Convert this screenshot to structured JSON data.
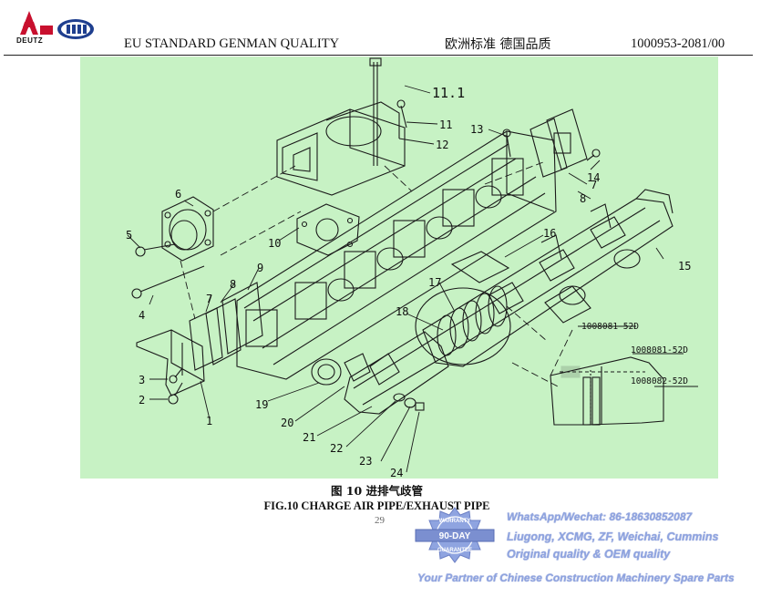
{
  "header": {
    "logo_text": "DEUTZ",
    "standard_text": "EU STANDARD    GENMAN QUALITY",
    "standard_text_cn": "欧洲标准  德国品质",
    "doc_number": "1000953-2081/00"
  },
  "figure": {
    "callouts": {
      "c1": "1",
      "c2": "2",
      "c3": "3",
      "c4": "4",
      "c5": "5",
      "c6": "6",
      "c7a": "7",
      "c7b": "7",
      "c8a": "8",
      "c8b": "8",
      "c9": "9",
      "c10": "10",
      "c11": "11",
      "c11_1": "11.1",
      "c12": "12",
      "c13": "13",
      "c14": "14",
      "c15": "15",
      "c16": "16",
      "c17": "17",
      "c18": "18",
      "c19": "19",
      "c20": "20",
      "c21": "21",
      "c22": "22",
      "c23": "23",
      "c24": "24"
    },
    "detail_refs": [
      "1008081-52D",
      "1008081-52D",
      "1008082-52D"
    ]
  },
  "caption": {
    "cn": "图 10    进排气歧管",
    "en": "FIG.10 CHARGE AIR PIPE/EXHAUST PIPE",
    "page_number": "29"
  },
  "watermark": {
    "contact": "WhatsApp/Wechat: 86-18630852087",
    "brands": "Liugong, XCMG, ZF, Weichai, Cummins",
    "quality": "Original quality & OEM quality",
    "tagline": "Your Partner of Chinese Construction Machinery Spare Parts",
    "stamp_top": "WARRANTY",
    "stamp_mid": "90-DAY",
    "stamp_bottom": "GUARANTEE"
  },
  "colors": {
    "figure_bg": "#c7f2c4",
    "watermark": "#8fa4e0",
    "logo_red": "#c8102e",
    "logo_blue": "#1f3f8f"
  }
}
